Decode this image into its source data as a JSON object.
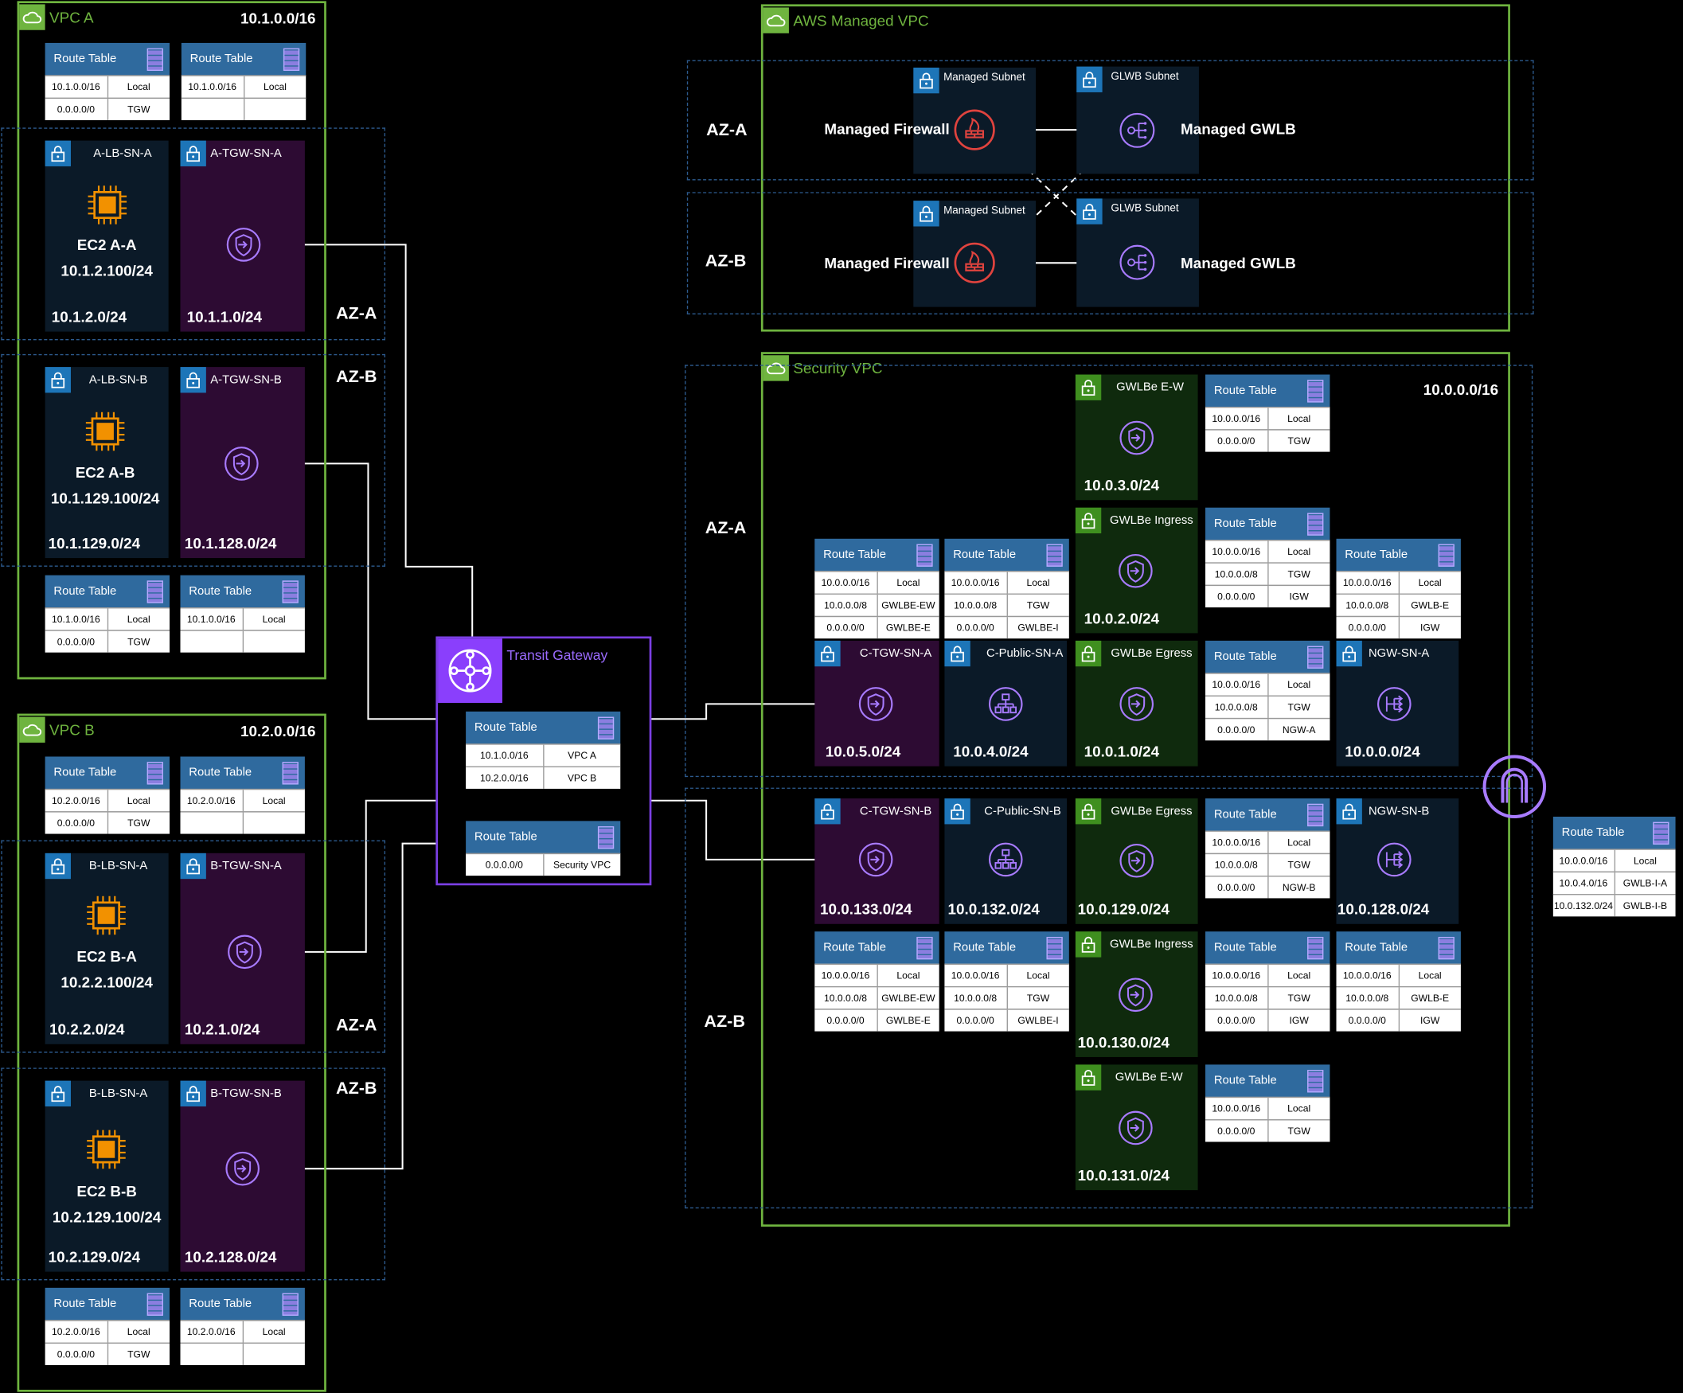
{
  "common": {
    "route_table": "Route Table"
  },
  "vpc_a": {
    "name": "VPC A",
    "cidr": "10.1.0.0/16",
    "az_a": "AZ-A",
    "az_b": "AZ-B",
    "rt_top_left": [
      [
        "10.1.0.0/16",
        "Local"
      ],
      [
        "0.0.0.0/0",
        "TGW"
      ]
    ],
    "rt_top_right": [
      [
        "10.1.0.0/16",
        "Local"
      ],
      [
        "",
        ""
      ]
    ],
    "rt_bottom_left": [
      [
        "10.1.0.0/16",
        "Local"
      ],
      [
        "0.0.0.0/0",
        "TGW"
      ]
    ],
    "rt_bottom_right": [
      [
        "10.1.0.0/16",
        "Local"
      ],
      [
        "",
        ""
      ]
    ],
    "lb_a": {
      "name": "A-LB-SN-A",
      "instance": "EC2 A-A",
      "ip": "10.1.2.100/24",
      "cidr": "10.1.2.0/24"
    },
    "tgw_a": {
      "name": "A-TGW-SN-A",
      "cidr": "10.1.1.0/24"
    },
    "lb_b": {
      "name": "A-LB-SN-B",
      "instance": "EC2 A-B",
      "ip": "10.1.129.100/24",
      "cidr": "10.1.129.0/24"
    },
    "tgw_b": {
      "name": "A-TGW-SN-B",
      "cidr": "10.1.128.0/24"
    }
  },
  "vpc_b": {
    "name": "VPC B",
    "cidr": "10.2.0.0/16",
    "az_a": "AZ-A",
    "az_b": "AZ-B",
    "rt_top_left": [
      [
        "10.2.0.0/16",
        "Local"
      ],
      [
        "0.0.0.0/0",
        "TGW"
      ]
    ],
    "rt_top_right": [
      [
        "10.2.0.0/16",
        "Local"
      ],
      [
        "",
        ""
      ]
    ],
    "rt_bottom_left": [
      [
        "10.2.0.0/16",
        "Local"
      ],
      [
        "0.0.0.0/0",
        "TGW"
      ]
    ],
    "rt_bottom_right": [
      [
        "10.2.0.0/16",
        "Local"
      ],
      [
        "",
        ""
      ]
    ],
    "lb_a": {
      "name": "B-LB-SN-A",
      "instance": "EC2 B-A",
      "ip": "10.2.2.100/24",
      "cidr": "10.2.2.0/24"
    },
    "tgw_a": {
      "name": "B-TGW-SN-A",
      "cidr": "10.2.1.0/24"
    },
    "lb_b": {
      "name": "B-LB-SN-A",
      "instance": "EC2 B-B",
      "ip": "10.2.129.100/24",
      "cidr": "10.2.129.0/24"
    },
    "tgw_b": {
      "name": "B-TGW-SN-B",
      "cidr": "10.2.128.0/24"
    }
  },
  "tgw": {
    "name": "Transit Gateway",
    "rt_1": [
      [
        "10.1.0.0/16",
        "VPC A"
      ],
      [
        "10.2.0.0/16",
        "VPC B"
      ]
    ],
    "rt_2": [
      [
        "0.0.0.0/0",
        "Security VPC"
      ]
    ]
  },
  "managed": {
    "name": "AWS Managed VPC",
    "az_a": "AZ-A",
    "az_b": "AZ-B",
    "subnet": "Managed Subnet",
    "glwb_subnet": "GLWB Subnet",
    "firewall": "Managed Firewall",
    "gwlb": "Managed GWLB"
  },
  "security": {
    "name": "Security VPC",
    "cidr": "10.0.0.0/16",
    "az_a": "AZ-A",
    "az_b": "AZ-B",
    "a": {
      "gwlbe_ew": {
        "name": "GWLBe E-W",
        "cidr": "10.0.3.0/24"
      },
      "gwlbe_ingress": {
        "name": "GWLBe Ingress",
        "cidr": "10.0.2.0/24"
      },
      "ctgw": {
        "name": "C-TGW-SN-A",
        "cidr": "10.0.5.0/24"
      },
      "cpublic": {
        "name": "C-Public-SN-A",
        "cidr": "10.0.4.0/24"
      },
      "gwlbe_egress": {
        "name": "GWLBe Egress",
        "cidr": "10.0.1.0/24"
      },
      "ngw": {
        "name": "NGW-SN-A",
        "cidr": "10.0.0.0/24"
      },
      "rt_ew": [
        [
          "10.0.0.0/16",
          "Local"
        ],
        [
          "0.0.0.0/0",
          "TGW"
        ]
      ],
      "rt_ingress": [
        [
          "10.0.0.0/16",
          "Local"
        ],
        [
          "10.0.0.0/8",
          "TGW"
        ],
        [
          "0.0.0.0/0",
          "IGW"
        ]
      ],
      "rt_ctgw": [
        [
          "10.0.0.0/16",
          "Local"
        ],
        [
          "10.0.0.0/8",
          "GWLBE-EW"
        ],
        [
          "0.0.0.0/0",
          "GWLBE-E"
        ]
      ],
      "rt_cpublic": [
        [
          "10.0.0.0/16",
          "Local"
        ],
        [
          "10.0.0.0/8",
          "TGW"
        ],
        [
          "0.0.0.0/0",
          "GWLBE-I"
        ]
      ],
      "rt_egress": [
        [
          "10.0.0.0/16",
          "Local"
        ],
        [
          "10.0.0.0/8",
          "TGW"
        ],
        [
          "0.0.0.0/0",
          "NGW-A"
        ]
      ],
      "rt_ngw": [
        [
          "10.0.0.0/16",
          "Local"
        ],
        [
          "10.0.0.0/8",
          "GWLB-E"
        ],
        [
          "0.0.0.0/0",
          "IGW"
        ]
      ]
    },
    "b": {
      "ctgw": {
        "name": "C-TGW-SN-B",
        "cidr": "10.0.133.0/24"
      },
      "cpublic": {
        "name": "C-Public-SN-B",
        "cidr": "10.0.132.0/24"
      },
      "gwlbe_egress": {
        "name": "GWLBe Egress",
        "cidr": "10.0.129.0/24"
      },
      "ngw": {
        "name": "NGW-SN-B",
        "cidr": "10.0.128.0/24"
      },
      "gwlbe_ingress": {
        "name": "GWLBe Ingress",
        "cidr": "10.0.130.0/24"
      },
      "gwlbe_ew": {
        "name": "GWLBe E-W",
        "cidr": "10.0.131.0/24"
      },
      "rt_egress": [
        [
          "10.0.0.0/16",
          "Local"
        ],
        [
          "10.0.0.0/8",
          "TGW"
        ],
        [
          "0.0.0.0/0",
          "NGW-B"
        ]
      ],
      "rt_ctgw": [
        [
          "10.0.0.0/16",
          "Local"
        ],
        [
          "10.0.0.0/8",
          "GWLBE-EW"
        ],
        [
          "0.0.0.0/0",
          "GWLBE-E"
        ]
      ],
      "rt_cpublic": [
        [
          "10.0.0.0/16",
          "Local"
        ],
        [
          "10.0.0.0/8",
          "TGW"
        ],
        [
          "0.0.0.0/0",
          "GWLBE-I"
        ]
      ],
      "rt_ingress": [
        [
          "10.0.0.0/16",
          "Local"
        ],
        [
          "10.0.0.0/8",
          "TGW"
        ],
        [
          "0.0.0.0/0",
          "IGW"
        ]
      ],
      "rt_ngw": [
        [
          "10.0.0.0/16",
          "Local"
        ],
        [
          "10.0.0.0/8",
          "GWLB-E"
        ],
        [
          "0.0.0.0/0",
          "IGW"
        ]
      ],
      "rt_ew": [
        [
          "10.0.0.0/16",
          "Local"
        ],
        [
          "0.0.0.0/0",
          "TGW"
        ]
      ]
    },
    "igw_rt": [
      [
        "10.0.0.0/16",
        "Local"
      ],
      [
        "10.0.4.0/16",
        "GWLB-I-A"
      ],
      [
        "10.0.132.0/24",
        "GWLB-I-B"
      ]
    ]
  }
}
